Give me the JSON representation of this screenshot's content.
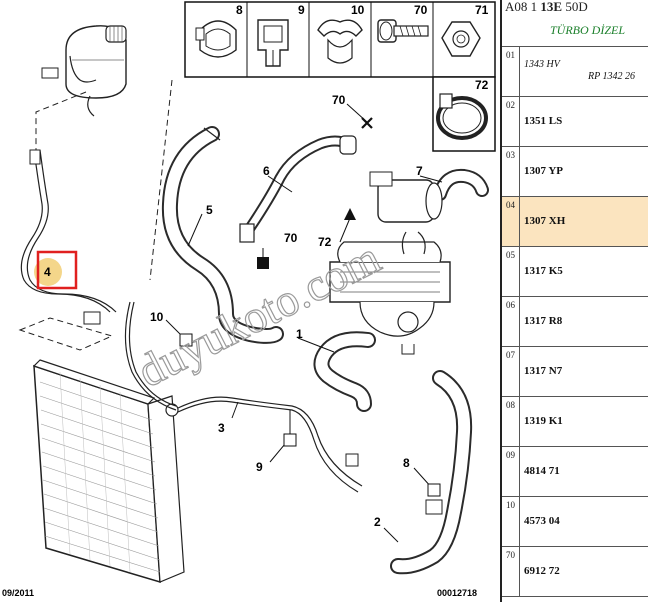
{
  "diagram": {
    "callouts": {
      "c1": "1",
      "c2": "2",
      "c3": "3",
      "c4": "4",
      "c5": "5",
      "c6": "6",
      "c7": "7",
      "c8": "8",
      "c9": "9",
      "c10": "10",
      "c70a": "70",
      "c70b": "70",
      "c72": "72"
    },
    "inset_labels": {
      "i8": "8",
      "i9": "9",
      "i10": "10",
      "i70": "70",
      "i71": "71",
      "i72": "72"
    },
    "watermark": "duyukoto.com",
    "footer_date": "09/2011",
    "footer_ref": "00012718",
    "highlight_color": "#e0201f",
    "highlight_fill": "#f4d68a"
  },
  "panel": {
    "header_prefix": "A08 1 ",
    "header_bold": "13E",
    "header_suffix": " 50D",
    "subtitle": "TÜRBO DİZEL",
    "rows": [
      {
        "idx": "01",
        "code": "1343 HV",
        "note": "RP 1342 26"
      },
      {
        "idx": "02",
        "code": "1351 LS"
      },
      {
        "idx": "03",
        "code": "1307 YP"
      },
      {
        "idx": "04",
        "code": "1307 XH",
        "selected": true
      },
      {
        "idx": "05",
        "code": "1317 K5"
      },
      {
        "idx": "06",
        "code": "1317 R8"
      },
      {
        "idx": "07",
        "code": "1317 N7"
      },
      {
        "idx": "08",
        "code": "1319 K1"
      },
      {
        "idx": "09",
        "code": "4814 71"
      },
      {
        "idx": "10",
        "code": "4573 04"
      },
      {
        "idx": "70",
        "code": "6912 72"
      }
    ]
  }
}
